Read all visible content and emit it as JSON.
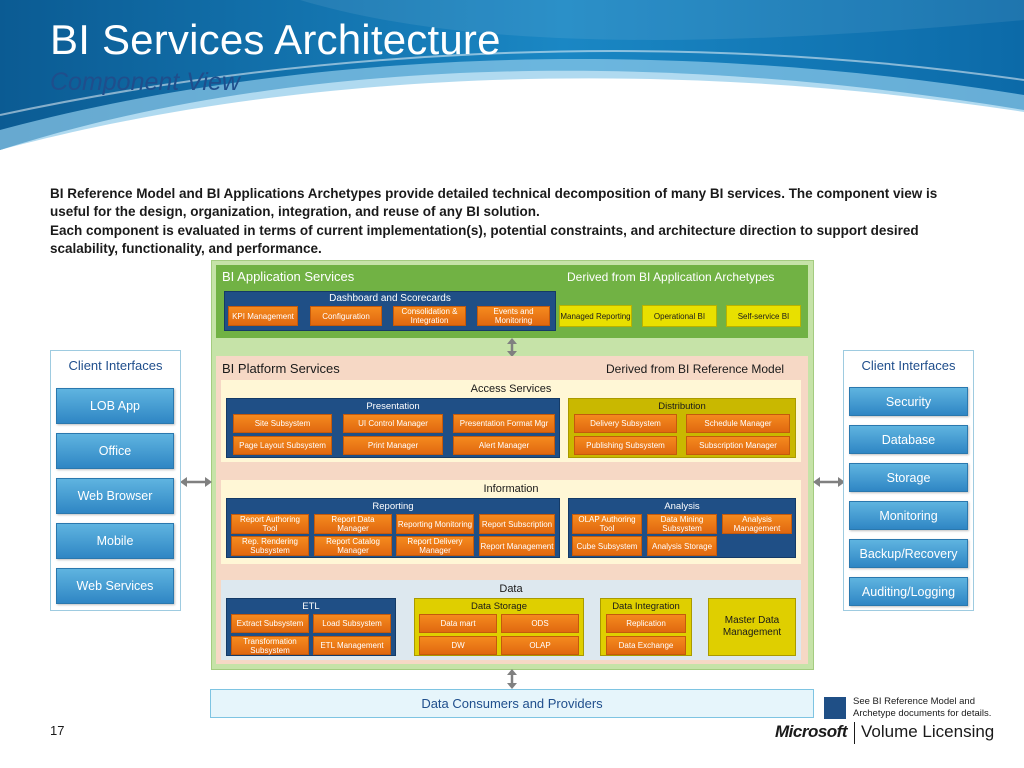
{
  "header": {
    "title": "BI Services Architecture",
    "subtitle": "Component View"
  },
  "intro": {
    "p1": "BI Reference Model and BI Applications Archetypes provide detailed technical decomposition of many BI services.  The component view is useful for the design, organization, integration, and reuse of any BI solution.",
    "p2": "Each component is evaluated in terms of current implementation(s), potential constraints, and architecture direction to support desired scalability, functionality, and performance."
  },
  "app_services": {
    "title": "BI Application Services",
    "derived": "Derived from BI Application Archetypes",
    "dashboard": {
      "title": "Dashboard and Scorecards",
      "items": [
        "KPI Management",
        "Configuration",
        "Consolidation & Integration",
        "Events and Monitoring"
      ]
    },
    "archetypes": [
      "Managed Reporting",
      "Operational BI",
      "Self-service BI"
    ]
  },
  "platform_services": {
    "title": "BI Platform Services",
    "derived": "Derived from BI Reference Model",
    "access": {
      "title": "Access Services",
      "presentation": {
        "title": "Presentation",
        "items": [
          "Site Subsystem",
          "UI Control Manager",
          "Presentation Format Mgr",
          "Page Layout Subsystem",
          "Print Manager",
          "Alert Manager"
        ]
      },
      "distribution": {
        "title": "Distribution",
        "items": [
          "Delivery Subsystem",
          "Schedule Manager",
          "Publishing Subsystem",
          "Subscription Manager"
        ]
      }
    },
    "information": {
      "title": "Information",
      "reporting": {
        "title": "Reporting",
        "items": [
          "Report Authoring Tool",
          "Report Data Manager",
          "Reporting Monitoring",
          "Report Subscription",
          "Rep. Rendering Subsystem",
          "Report Catalog Manager",
          "Report Delivery Manager",
          "Report Management"
        ]
      },
      "analysis": {
        "title": "Analysis",
        "items": [
          "OLAP Authoring Tool",
          "Data Mining Subsystem",
          "Analysis Management",
          "Cube Subsystem",
          "Analysis Storage"
        ]
      }
    },
    "data": {
      "title": "Data",
      "etl": {
        "title": "ETL",
        "items": [
          "Extract Subsystem",
          "Load Subsystem",
          "Transformation Subsystem",
          "ETL Management"
        ]
      },
      "storage": {
        "title": "Data Storage",
        "items": [
          "Data mart",
          "ODS",
          "DW",
          "OLAP"
        ]
      },
      "integration": {
        "title": "Data Integration",
        "items": [
          "Replication",
          "Data Exchange"
        ]
      },
      "master": "Master Data Management"
    }
  },
  "client_left": {
    "title": "Client Interfaces",
    "items": [
      "LOB App",
      "Office",
      "Web Browser",
      "Mobile",
      "Web Services"
    ]
  },
  "client_right": {
    "title": "Client Interfaces",
    "items": [
      "Security",
      "Database",
      "Storage",
      "Monitoring",
      "Backup/Recovery",
      "Auditing/Logging"
    ]
  },
  "consumers": "Data Consumers and Providers",
  "legend": "See BI Reference Model and Archetype documents for details.",
  "footer": {
    "page": "17",
    "logo": "Microsoft",
    "product": "Volume Licensing"
  },
  "colors": {
    "accent_blue": "#1f4f86",
    "orange": "#f07c18",
    "green": "#71b244",
    "light_green": "#c6e3a8",
    "peach": "#f6d8c5",
    "cream": "#fff7d6",
    "olive": "#c9b800",
    "client_blue": "#3b97d2"
  }
}
